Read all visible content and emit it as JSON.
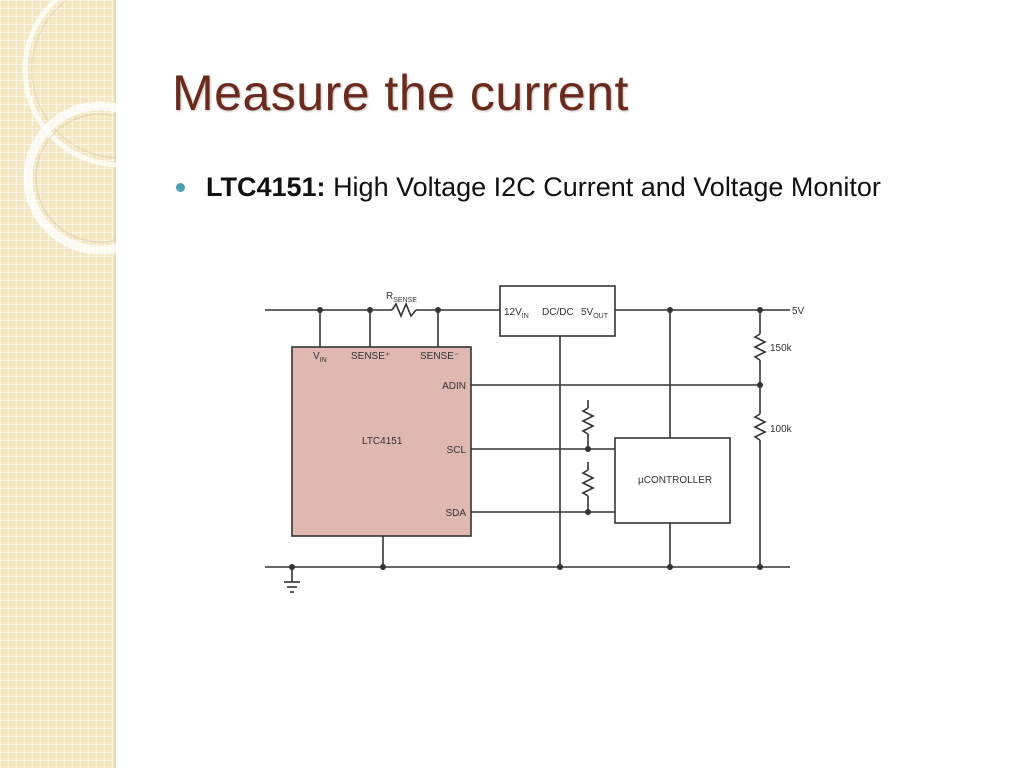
{
  "slide": {
    "title": "Measure the current",
    "bullet": {
      "term": "LTC4151:",
      "description": "High Voltage I2C Current and Voltage Monitor"
    }
  },
  "circuit": {
    "rsense_label": "R",
    "rsense_sub": "SENSE",
    "chip_label": "LTC4151",
    "pin_vin": "V",
    "pin_vin_sub": "IN",
    "pin_sense_plus": "SENSE⁺",
    "pin_sense_minus": "SENSE⁻",
    "pin_adin": "ADIN",
    "pin_scl": "SCL",
    "pin_sda": "SDA",
    "dcdc_in": "12V",
    "dcdc_in_sub": "IN",
    "dcdc_label": "DC/DC",
    "dcdc_out": "5V",
    "dcdc_out_sub": "OUT",
    "rail_5v": "5V",
    "r_top": "150k",
    "r_bottom": "100k",
    "mcu_label": "µCONTROLLER"
  },
  "colors": {
    "title": "#6a2b1d",
    "bullet": "#4c9fb0",
    "chip_fill": "#dfb8b2",
    "stripe": "#f3e7c4"
  }
}
